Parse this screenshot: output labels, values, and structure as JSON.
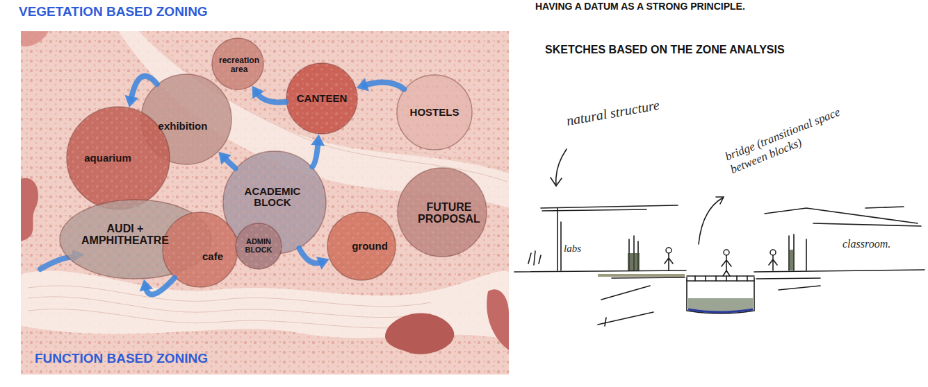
{
  "diagram": {
    "title": "VEGETATION BASED ZONING",
    "nodes": [
      {
        "text": [
          "recreation area"
        ]
      },
      {
        "text": [
          "CANTEEN"
        ]
      },
      {
        "text": [
          "HOSTELS"
        ]
      },
      {
        "text": [
          "exhibition"
        ]
      },
      {
        "text": [
          "aquarium"
        ]
      },
      {
        "text": [
          "ACADEMIC BLOCK"
        ]
      },
      {
        "text": [
          "FUTURE PROPOSAL"
        ]
      },
      {
        "text": [
          "AUDI + AMPHITHEATRE"
        ]
      },
      {
        "text": [
          "cafe"
        ]
      },
      {
        "text": [
          "ADMIN BLOCK"
        ]
      },
      {
        "text": [
          "ground"
        ]
      }
    ],
    "edges": [
      {
        "from": 2,
        "to": 1,
        "arrow": "to"
      },
      {
        "from": 1,
        "to": 0,
        "arrow": "to"
      },
      {
        "from": 3,
        "to": 4,
        "arrow": "to"
      },
      {
        "from": 5,
        "to": 3,
        "arrow": "to"
      },
      {
        "from": 5,
        "to": 1,
        "arrow": "to"
      },
      {
        "from": 5,
        "to": 10,
        "arrow": "to"
      },
      {
        "from": 8,
        "to": 7,
        "arrow": "to"
      }
    ],
    "labels": [
      "FUNCTION BASED ZONING",
      "HAVING A DATUM AS A STRONG PRINCIPLE.",
      "SKETCHES BASED ON THE ZONE ANALYSIS",
      "natural structure",
      "bridge (transitional space between blocks)",
      "labs",
      "classroom."
    ]
  }
}
